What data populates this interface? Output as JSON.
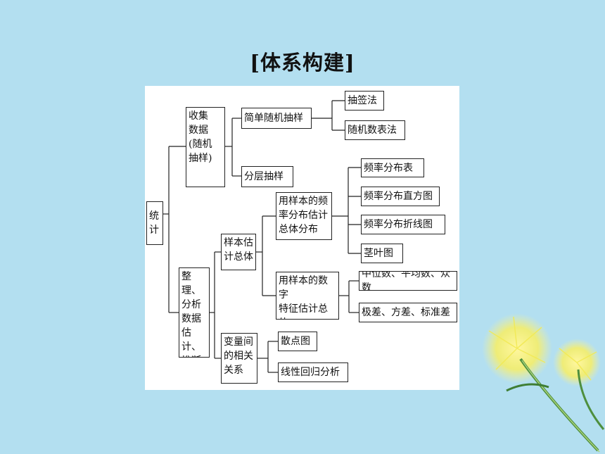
{
  "title": "[体系构建]",
  "nodes": {
    "tongji": "统\n计",
    "shouji": "收集\n数据\n(随机\n抽样)",
    "zhengli": "整理、\n分析\n数据\n估计、\n推断",
    "jiandan": "简单随机抽样",
    "fenceng": "分层抽样",
    "chouqian": "抽签法",
    "suiji_biao": "随机数表法",
    "yangben_guji": "样本估\n计总体",
    "bianliang": "变量间\n的相关\n关系",
    "pinlv_guji": "用样本的频\n率分布估计\n总体分布",
    "shuzi_guji": "用样本的数字\n特征估计总体\n的数字特征",
    "pinlv_biao": "频率分布表",
    "pinlv_zhifang": "频率分布直方图",
    "pinlv_zhexian": "频率分布折线图",
    "jingye": "茎叶图",
    "zhongwei": "中位数、平均数、众数",
    "jicha": "极差、方差、标准差",
    "sandian": "散点图",
    "xianxing": "线性回归分析"
  }
}
